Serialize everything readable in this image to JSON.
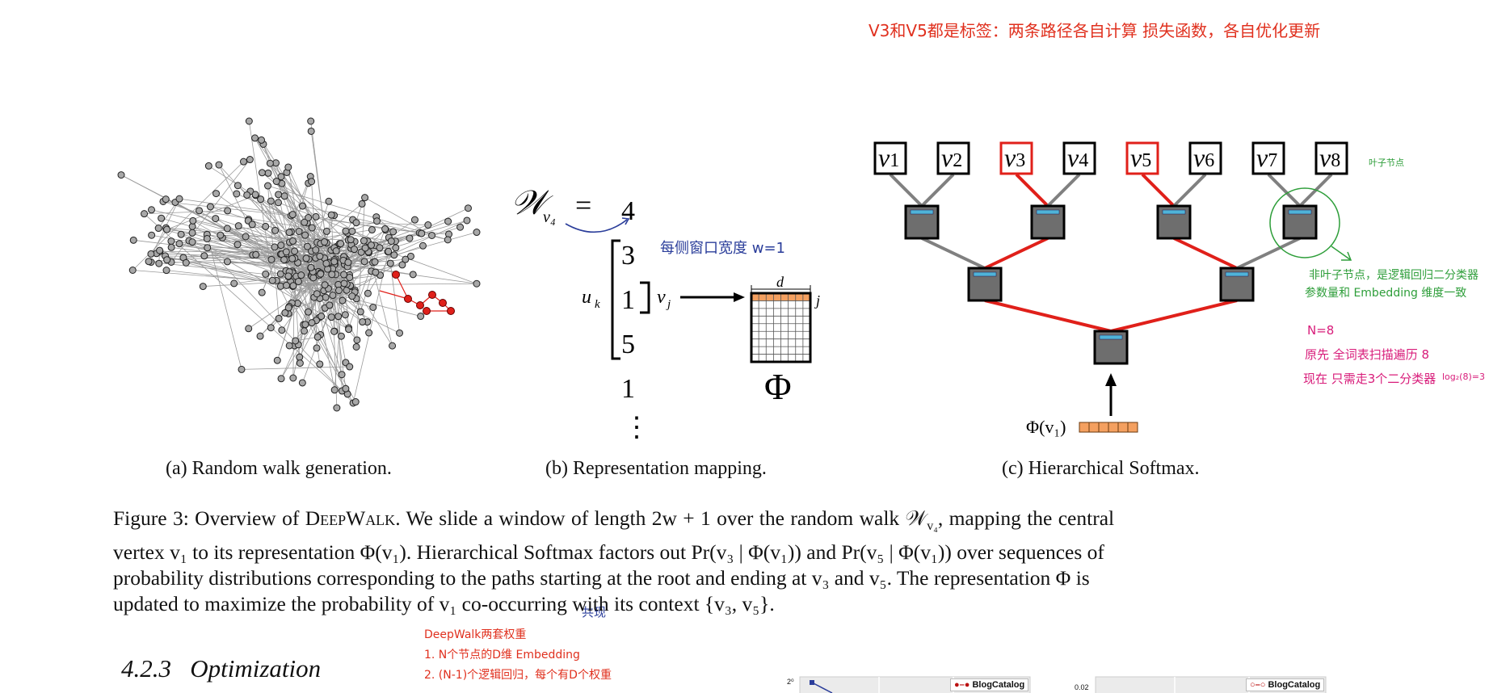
{
  "annotations": {
    "top_note": "V3和V5都是标签：两条路径各自计算 损失函数，各自优化更新",
    "window_note": "每侧窗口宽度 w=1",
    "leaf_note": "叶子节点",
    "nonleaf_note_1": "非叶子节点，是逻辑回归二分类器",
    "nonleaf_note_2": "参数量和 Embedding 维度一致",
    "n_note": "N=8",
    "orig_note": "原先 全词表扫描遍历 8",
    "now_note": "现在 只需走3个二分类器",
    "log_note": "log₂(8)=3",
    "cooccur_note": "共现",
    "weights_title": "DeepWalk两套权重",
    "weights_1": "1. N个节点的D维 Embedding",
    "weights_2": "2. (N-1)个逻辑回归，每个有D个权重"
  },
  "panel_b": {
    "walk_label": "𝒲",
    "walk_sub": "v₄",
    "equals": "=",
    "seq": [
      "4",
      "3",
      "1",
      "5",
      "1",
      "⋮"
    ],
    "uk": "u",
    "uk_sub": "k",
    "vj": "v",
    "vj_sub": "j",
    "d": "d",
    "j": "j",
    "phi": "Φ"
  },
  "panel_c": {
    "leaves": [
      "v1",
      "v2",
      "v3",
      "v4",
      "v5",
      "v6",
      "v7",
      "v8"
    ],
    "highlighted": [
      "v3",
      "v5"
    ],
    "input_label": "Φ(v₁)"
  },
  "subcaptions": {
    "a": "(a) Random walk generation.",
    "b": "(b) Representation mapping.",
    "c": "(c) Hierarchical Softmax."
  },
  "caption": {
    "l1a": "Figure 3: Overview of ",
    "l1b": "DeepWalk",
    "l1c": ". We slide a window of length 2w + 1 over the random walk 𝒲",
    "l1d": "v₄",
    "l1e": ", mapping the central",
    "l2": "vertex v₁ to its representation Φ(v₁). Hierarchical Softmax factors out Pr(v₃ | Φ(v₁)) and Pr(v₅ | Φ(v₁)) over sequences of",
    "l3": "probability distributions corresponding to the paths starting at the root and ending at v₃ and v₅. The representation Φ is",
    "l4": "updated to maximize the probability of v₁ co-occurring with its context {v₃, v₅}."
  },
  "section": {
    "number": "4.2.3",
    "title": "Optimization"
  },
  "plots": {
    "left_tick": "2⁰",
    "left_legend": "BlogCatalog",
    "right_tick": "0.02",
    "right_legend": "BlogCatalog"
  },
  "colors": {
    "red_path": "#e0201a",
    "gray_edge": "#808080",
    "node_fill": "#6e6e6e",
    "node_chip": "#4fb3d8",
    "embedding": "#f4a060"
  }
}
